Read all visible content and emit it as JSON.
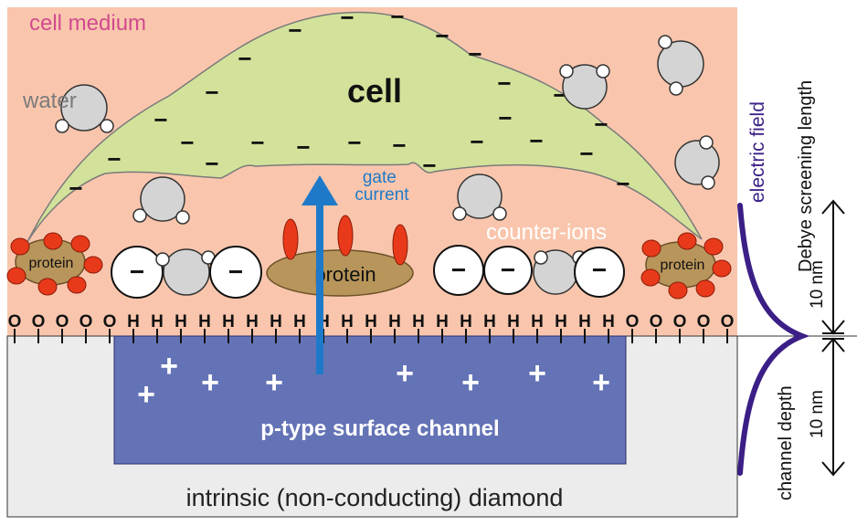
{
  "labels": {
    "cell_medium": "cell medium",
    "water": "water",
    "cell": "cell",
    "gate_current": [
      "gate",
      "current"
    ],
    "counter_ions": "counter-ions",
    "protein_left": "protein",
    "protein_center": "protein",
    "protein_right": "protein",
    "channel": "p-type surface channel",
    "diamond": "intrinsic (non-conducting) diamond",
    "electric_field": "electric field",
    "debye": "Debye screening length",
    "debye_size": "10 nm",
    "channel_depth": "channel depth",
    "channel_size": "10 nm"
  },
  "surface_terminations": {
    "left": [
      "O",
      "O",
      "O",
      "O",
      "O"
    ],
    "middle": [
      "H",
      "H",
      "H",
      "H",
      "H",
      "H",
      "H",
      "H",
      "H",
      "H",
      "H",
      "H",
      "H",
      "H",
      "H",
      "H",
      "H",
      "H",
      "H",
      "H",
      "H"
    ],
    "right": [
      "O",
      "O",
      "O",
      "O",
      "O"
    ]
  },
  "symbols": {
    "negative": "−",
    "positive": "+"
  },
  "colors": {
    "medium": "#f9c6ad",
    "cell": "#d3e29a",
    "channel": "#6473b6",
    "diamond": "#ececec",
    "protein": "#b8955a",
    "protein_dots": "#e83a1a",
    "gate_arrow": "#1e7ac9",
    "field_curve": "#3b1f86",
    "label_pink": "#d14a8e"
  }
}
